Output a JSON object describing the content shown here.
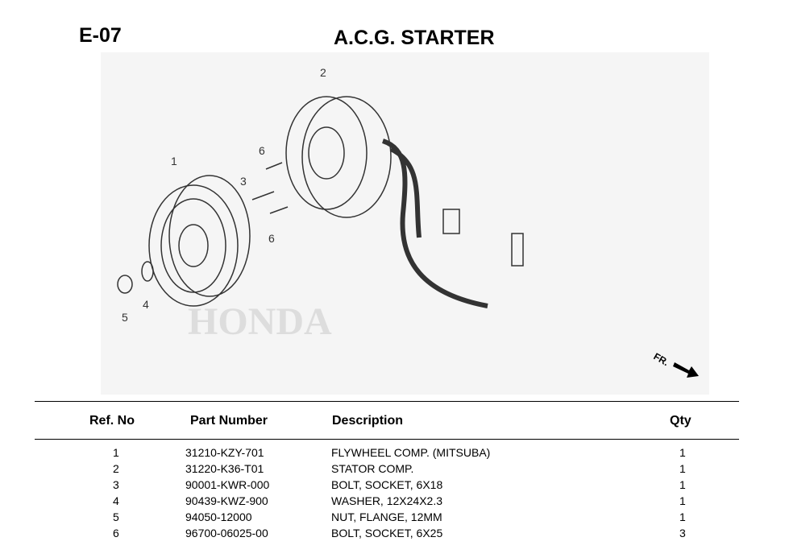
{
  "header": {
    "code": "E-07",
    "title": "A.C.G. STARTER"
  },
  "diagram": {
    "callouts": [
      "1",
      "2",
      "3",
      "4",
      "5",
      "6",
      "6"
    ],
    "watermark": "HONDA",
    "direction": "FR."
  },
  "table": {
    "headers": [
      "Ref. No",
      "Part Number",
      "Description",
      "Qty"
    ],
    "rows": [
      [
        "1",
        "31210-KZY-701",
        "FLYWHEEL COMP. (MITSUBA)",
        "1"
      ],
      [
        "2",
        "31220-K36-T01",
        "STATOR COMP.",
        "1"
      ],
      [
        "3",
        "90001-KWR-000",
        "BOLT, SOCKET, 6X18",
        "1"
      ],
      [
        "4",
        "90439-KWZ-900",
        "WASHER, 12X24X2.3",
        "1"
      ],
      [
        "5",
        "94050-12000",
        "NUT, FLANGE, 12MM",
        "1"
      ],
      [
        "6",
        "96700-06025-00",
        "BOLT, SOCKET, 6X25",
        "3"
      ]
    ]
  }
}
